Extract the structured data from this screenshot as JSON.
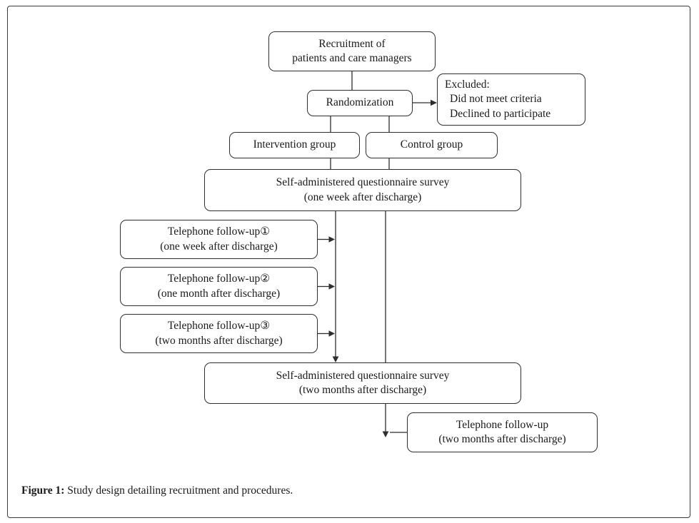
{
  "colors": {
    "line": "#2e2e2e",
    "box_border": "#2e2e2e",
    "background": "#ffffff",
    "text": "#1a1a1a"
  },
  "nodes": {
    "recruitment": {
      "line1": "Recruitment of",
      "line2": "patients and care managers"
    },
    "randomization": {
      "label": "Randomization"
    },
    "excluded": {
      "line1": "Excluded:",
      "line2": "Did not meet criteria",
      "line3": "Declined to participate"
    },
    "intervention": {
      "label": "Intervention group"
    },
    "control": {
      "label": "Control group"
    },
    "survey_week1": {
      "line1": "Self-administered questionnaire survey",
      "line2": "(one week after discharge)"
    },
    "telephone1": {
      "line1": "Telephone follow-up①",
      "line2": "(one week after discharge)"
    },
    "telephone2": {
      "line1": "Telephone follow-up②",
      "line2": "(one month after discharge)"
    },
    "telephone3": {
      "line1": "Telephone follow-up③",
      "line2": "(two months after discharge)"
    },
    "survey_month2": {
      "line1": "Self-administered questionnaire survey",
      "line2": "(two months after discharge)"
    },
    "telephone_final": {
      "line1": "Telephone follow-up",
      "line2": "(two months after discharge)"
    }
  },
  "caption": {
    "label": "Figure 1:",
    "text": " Study design detailing recruitment and procedures."
  }
}
